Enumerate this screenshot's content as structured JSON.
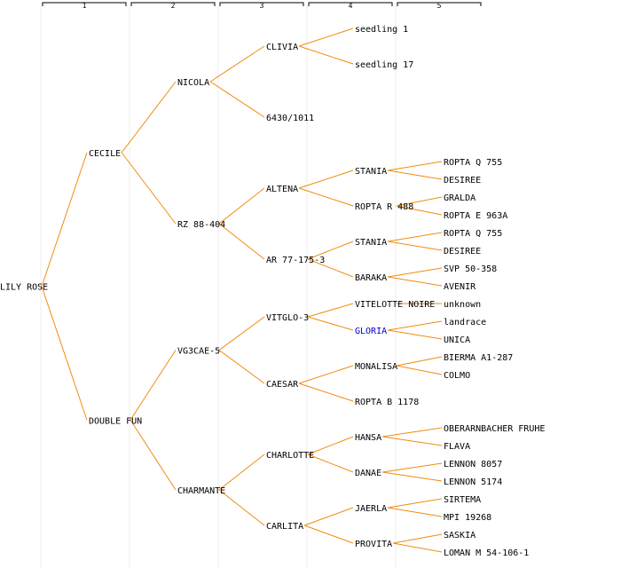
{
  "generations": [
    "1",
    "2",
    "3",
    "4",
    "5"
  ],
  "colors": {
    "edge": "#f08c10",
    "highlight": "#0000cc",
    "text": "#000000"
  },
  "root": {
    "name": "LILY ROSE",
    "children": [
      {
        "name": "CECILE",
        "children": [
          {
            "name": "NICOLA",
            "children": [
              {
                "name": "CLIVIA",
                "children": [
                  {
                    "name": "seedling 1",
                    "children": []
                  },
                  {
                    "name": "seedling 17",
                    "children": []
                  }
                ]
              },
              {
                "name": "6430/1011",
                "children": []
              }
            ]
          },
          {
            "name": "RZ 88-404",
            "children": [
              {
                "name": "ALTENA",
                "children": [
                  {
                    "name": "STANIA",
                    "children": [
                      {
                        "name": "ROPTA Q 755",
                        "children": []
                      },
                      {
                        "name": "DESIREE",
                        "children": []
                      }
                    ]
                  },
                  {
                    "name": "ROPTA R 488",
                    "children": [
                      {
                        "name": "GRALDA",
                        "children": []
                      },
                      {
                        "name": "ROPTA E 963A",
                        "children": []
                      }
                    ]
                  }
                ]
              },
              {
                "name": "AR 77-175-3",
                "children": [
                  {
                    "name": "STANIA",
                    "children": [
                      {
                        "name": "ROPTA Q 755",
                        "children": []
                      },
                      {
                        "name": "DESIREE",
                        "children": []
                      }
                    ]
                  },
                  {
                    "name": "BARAKA",
                    "children": [
                      {
                        "name": "SVP 50-358",
                        "children": []
                      },
                      {
                        "name": "AVENIR",
                        "children": []
                      }
                    ]
                  }
                ]
              }
            ]
          }
        ]
      },
      {
        "name": "DOUBLE FUN",
        "children": [
          {
            "name": "VG3CAE-5",
            "children": [
              {
                "name": "VITGLO-3",
                "children": [
                  {
                    "name": "VITELOTTE NOIRE",
                    "children": [
                      {
                        "name": "unknown",
                        "children": []
                      }
                    ]
                  },
                  {
                    "name": "GLORIA",
                    "highlight": true,
                    "children": [
                      {
                        "name": "landrace",
                        "children": []
                      },
                      {
                        "name": "UNICA",
                        "children": []
                      }
                    ]
                  }
                ]
              },
              {
                "name": "CAESAR",
                "children": [
                  {
                    "name": "MONALISA",
                    "children": [
                      {
                        "name": "BIERMA A1-287",
                        "children": []
                      },
                      {
                        "name": "COLMO",
                        "children": []
                      }
                    ]
                  },
                  {
                    "name": "ROPTA B 1178",
                    "children": []
                  }
                ]
              }
            ]
          },
          {
            "name": "CHARMANTE",
            "children": [
              {
                "name": "CHARLOTTE",
                "children": [
                  {
                    "name": "HANSA",
                    "children": [
                      {
                        "name": "OBERARNBACHER FRUHE",
                        "children": []
                      },
                      {
                        "name": "FLAVA",
                        "children": []
                      }
                    ]
                  },
                  {
                    "name": "DANAE",
                    "children": [
                      {
                        "name": "LENNON 8057",
                        "children": []
                      },
                      {
                        "name": "LENNON 5174",
                        "children": []
                      }
                    ]
                  }
                ]
              },
              {
                "name": "CARLITA",
                "children": [
                  {
                    "name": "JAERLA",
                    "children": [
                      {
                        "name": "SIRTEMA",
                        "children": []
                      },
                      {
                        "name": "MPI 19268",
                        "children": []
                      }
                    ]
                  },
                  {
                    "name": "PROVITA",
                    "children": [
                      {
                        "name": "SASKIA",
                        "children": []
                      },
                      {
                        "name": "LOMAN M 54-106-1",
                        "children": []
                      }
                    ]
                  }
                ]
              }
            ]
          }
        ]
      }
    ]
  }
}
